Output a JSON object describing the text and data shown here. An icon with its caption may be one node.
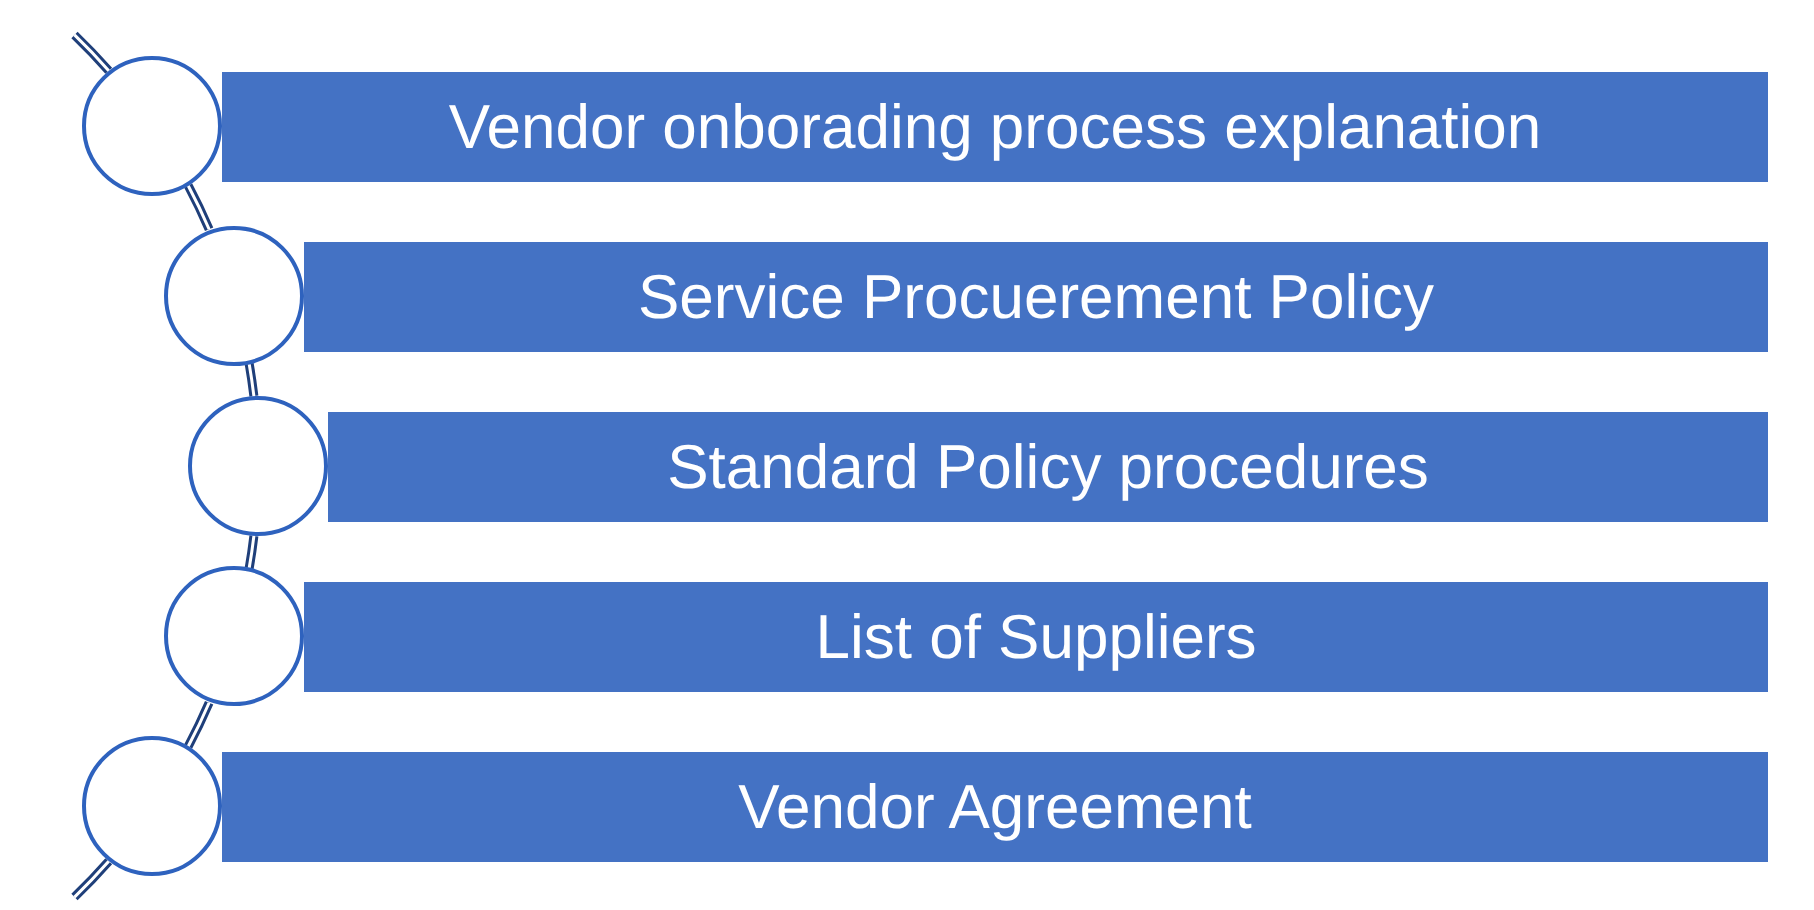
{
  "diagram": {
    "nodes": [
      {
        "text": [],
        "shape": "circle"
      },
      {
        "text": [
          "Vendor onborading process explanation"
        ]
      },
      {
        "text": [],
        "shape": "circle"
      },
      {
        "text": [
          "Service Procuerement Policy"
        ]
      },
      {
        "text": [],
        "shape": "circle"
      },
      {
        "text": [
          "Standard Policy procedures"
        ]
      },
      {
        "text": [],
        "shape": "circle"
      },
      {
        "text": [
          "List of Suppliers"
        ]
      },
      {
        "text": [],
        "shape": "circle"
      },
      {
        "text": [
          "Vendor Agreement"
        ]
      }
    ],
    "edges": [
      {
        "from": null,
        "to": 0,
        "arrow": "none"
      },
      {
        "from": 0,
        "to": 2,
        "arrow": "none"
      },
      {
        "from": 2,
        "to": 4,
        "arrow": "none"
      },
      {
        "from": 4,
        "to": 6,
        "arrow": "none"
      },
      {
        "from": 6,
        "to": 8,
        "arrow": "none"
      },
      {
        "from": 8,
        "to": null,
        "arrow": "none"
      }
    ]
  }
}
